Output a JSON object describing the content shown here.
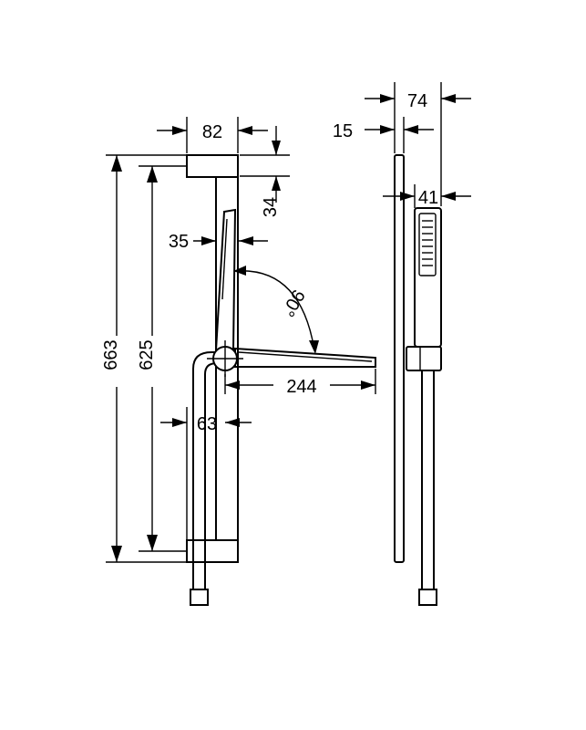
{
  "drawing": {
    "title": "",
    "dimensions": {
      "d82": "82",
      "d34": "34",
      "d35": "35",
      "angle": "90°",
      "d663": "663",
      "d625": "625",
      "d244": "244",
      "d63": "63",
      "d74": "74",
      "d15": "15",
      "d41": "41"
    }
  }
}
